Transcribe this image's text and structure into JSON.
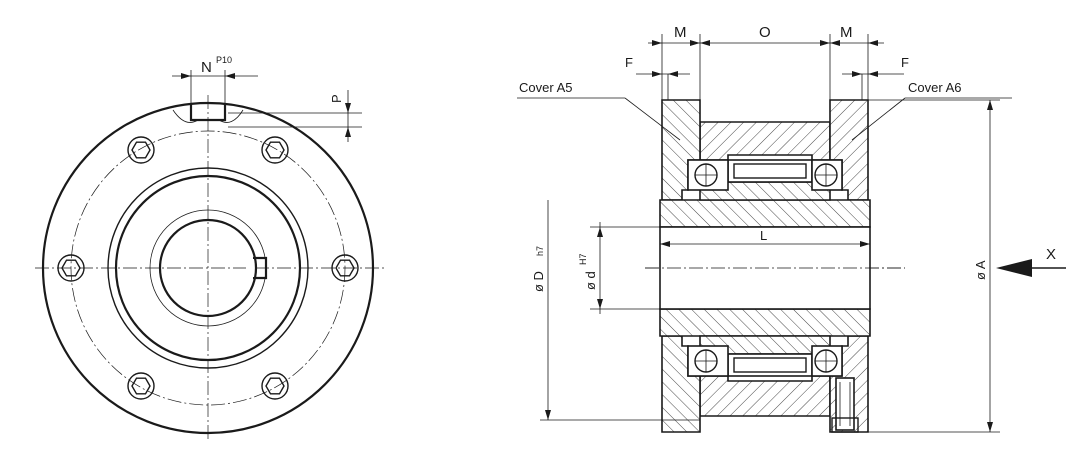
{
  "front_view": {
    "keyway_width_label": "N",
    "keyway_width_tolerance": "P10",
    "keyway_depth_label": "P"
  },
  "section_view": {
    "dim_m_left": "M",
    "dim_o": "O",
    "dim_m_right": "M",
    "dim_f_left": "F",
    "dim_f_right": "F",
    "cover_left": "Cover A5",
    "cover_right": "Cover A6",
    "dim_l": "L",
    "dim_outer_d_symbol": "ø D",
    "dim_outer_d_tolerance": "h7",
    "dim_bore_symbol": "ø d",
    "dim_bore_tolerance": "H7",
    "dim_a": "ø A",
    "view_arrow_label": "X"
  }
}
